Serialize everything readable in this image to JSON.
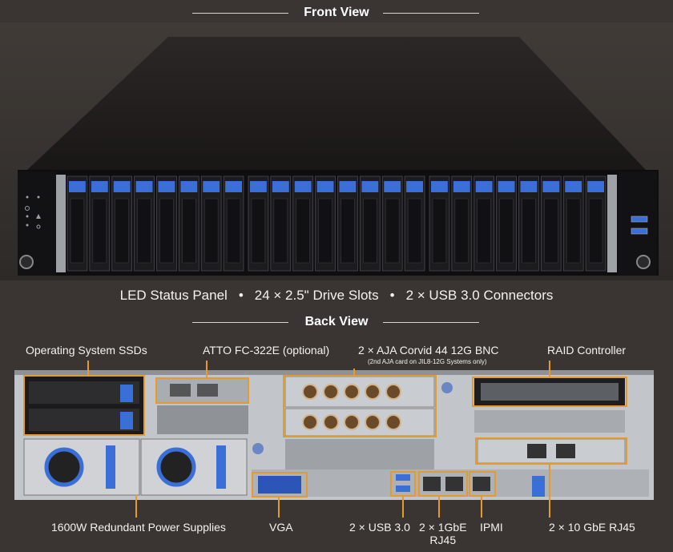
{
  "front": {
    "title": "Front View",
    "features": [
      "LED Status Panel",
      "24 × 2.5\" Drive Slots",
      "2 × USB 3.0 Connectors"
    ],
    "separator": "•",
    "drive_count": 24
  },
  "back": {
    "title": "Back View",
    "callouts": {
      "os_ssds": "Operating System SSDs",
      "atto": "ATTO FC-322E (optional)",
      "aja": "2 × AJA Corvid 44 12G BNC",
      "aja_note": "(2nd AJA card on JIL8-12G Systems only)",
      "raid": "RAID Controller",
      "psu": "1600W Redundant Power Supplies",
      "vga": "VGA",
      "usb": "2 × USB 3.0",
      "gbe_line1": "2 × 1GbE",
      "gbe_line2": "RJ45",
      "ipmi": "IPMI",
      "tengbe": "2 × 10 GbE RJ45"
    }
  },
  "colors": {
    "background": "#3a3532",
    "callout": "#e39b2e",
    "drive_latch": "#3a6fd8",
    "chassis": "#1a1a1c",
    "panel_steel": "#b9bcc0"
  }
}
